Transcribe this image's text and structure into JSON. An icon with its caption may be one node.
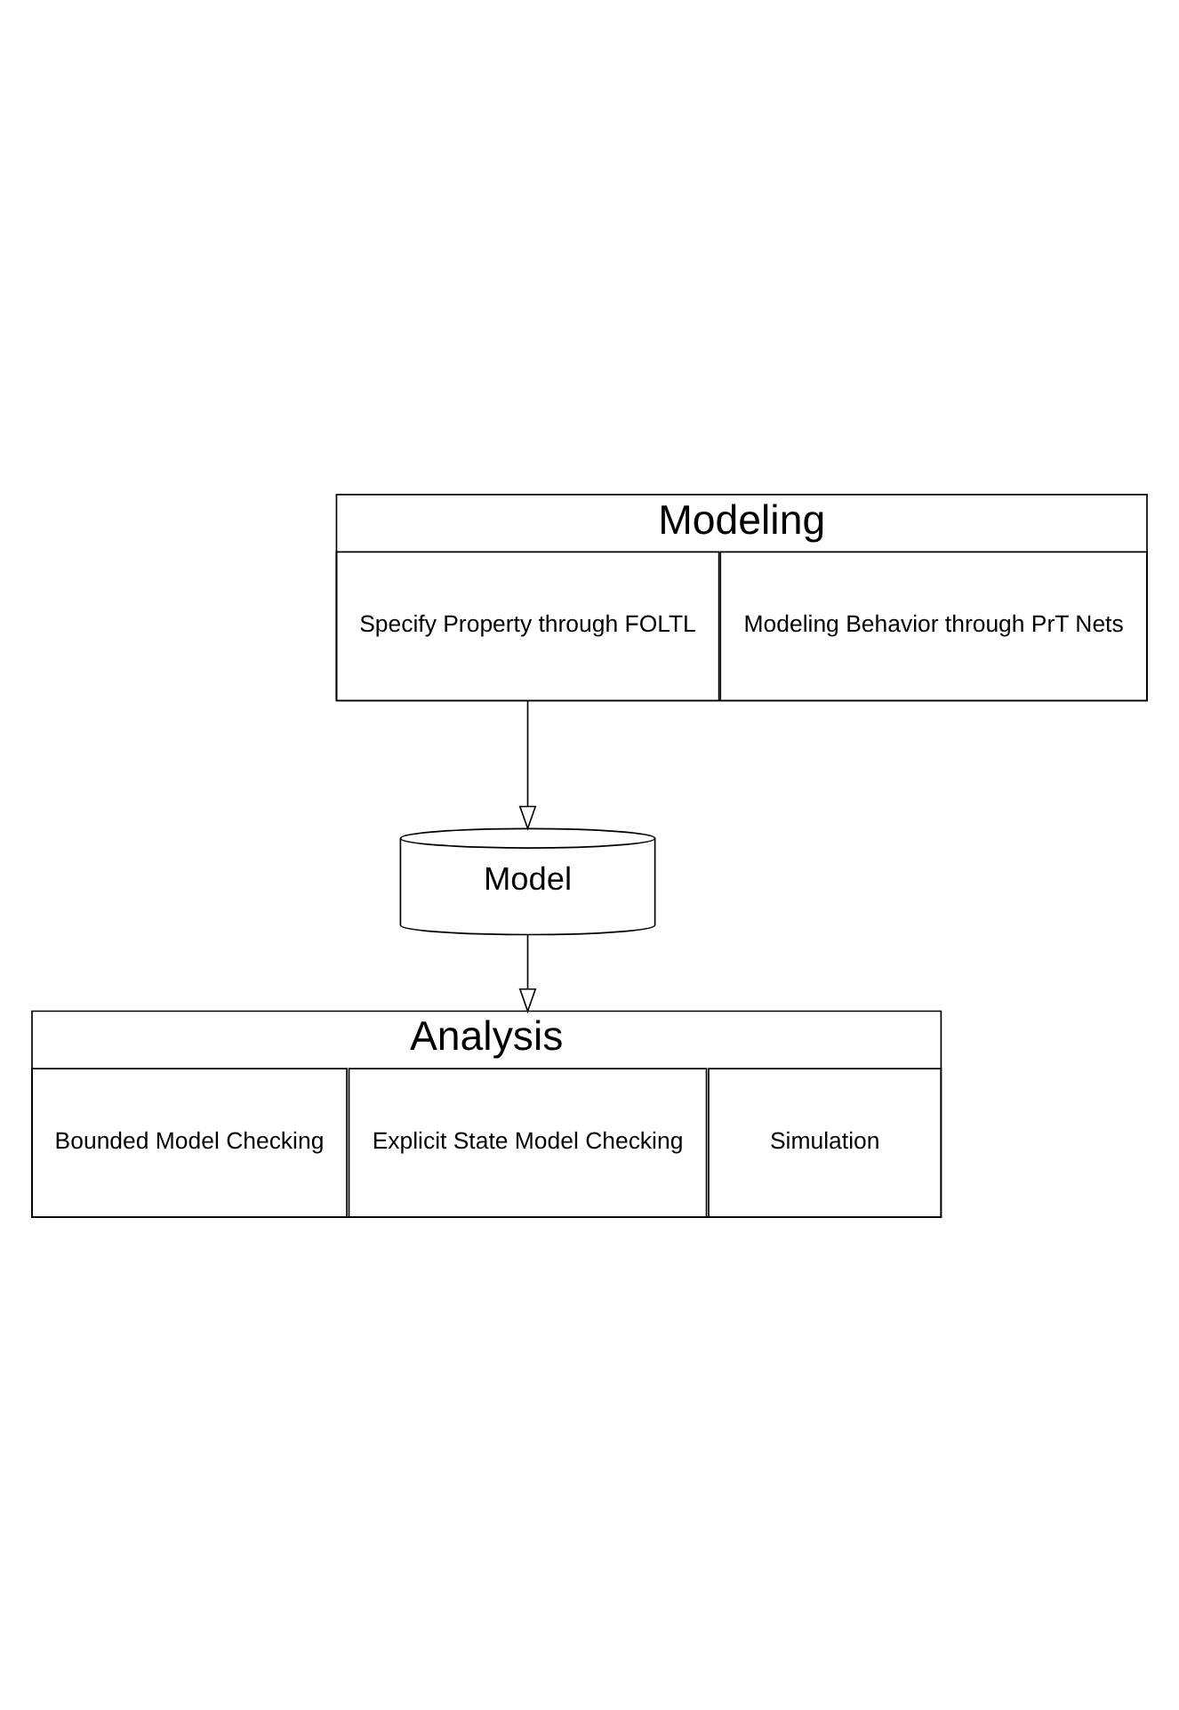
{
  "diagram": {
    "nodes": [
      {
        "text": [
          "Modeling"
        ]
      },
      {
        "text": [
          "Modeling Behavior through PrT Nets"
        ],
        "in": 0
      },
      {
        "text": [
          "Specify Property through FOLTL"
        ],
        "in": 0
      },
      {
        "text": [
          "Model"
        ]
      },
      {
        "text": [
          "Analysis"
        ]
      },
      {
        "text": [
          "Simulation"
        ],
        "in": 4
      },
      {
        "text": [
          "Explicit State Model Checking"
        ],
        "in": 4
      },
      {
        "text": [
          "Bounded Model Checking"
        ],
        "in": 4
      }
    ],
    "edges": [
      {
        "from": 0,
        "to": 3,
        "arrow": "to"
      },
      {
        "from": 3,
        "to": 4,
        "arrow": "to"
      }
    ]
  }
}
